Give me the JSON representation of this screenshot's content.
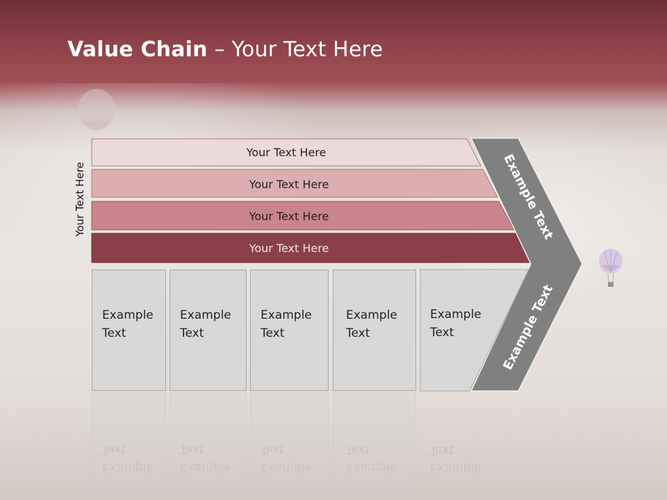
{
  "title": {
    "bold": "Value Chain",
    "rest": " – Your Text Here"
  },
  "vertical_label": "Your Text Here",
  "rows": [
    {
      "label": "Your Text Here",
      "fill": "#ecd9da",
      "text_color": "#222222"
    },
    {
      "label": "Your Text Here",
      "fill": "#dcaeb0",
      "text_color": "#222222"
    },
    {
      "label": "Your Text Here",
      "fill": "#c98589",
      "text_color": "#2a1a1a"
    },
    {
      "label": "Your Text Here",
      "fill": "#8b4049",
      "text_color": "#f2e4e5"
    }
  ],
  "boxes": [
    {
      "line1": "Example",
      "line2": "Text"
    },
    {
      "line1": "Example",
      "line2": "Text"
    },
    {
      "line1": "Example",
      "line2": "Text"
    },
    {
      "line1": "Example",
      "line2": "Text"
    },
    {
      "line1": "Example",
      "line2": "Text"
    }
  ],
  "chevron": {
    "fill": "#808080",
    "upper_label": "Example Text",
    "lower_label": "Example Text"
  }
}
